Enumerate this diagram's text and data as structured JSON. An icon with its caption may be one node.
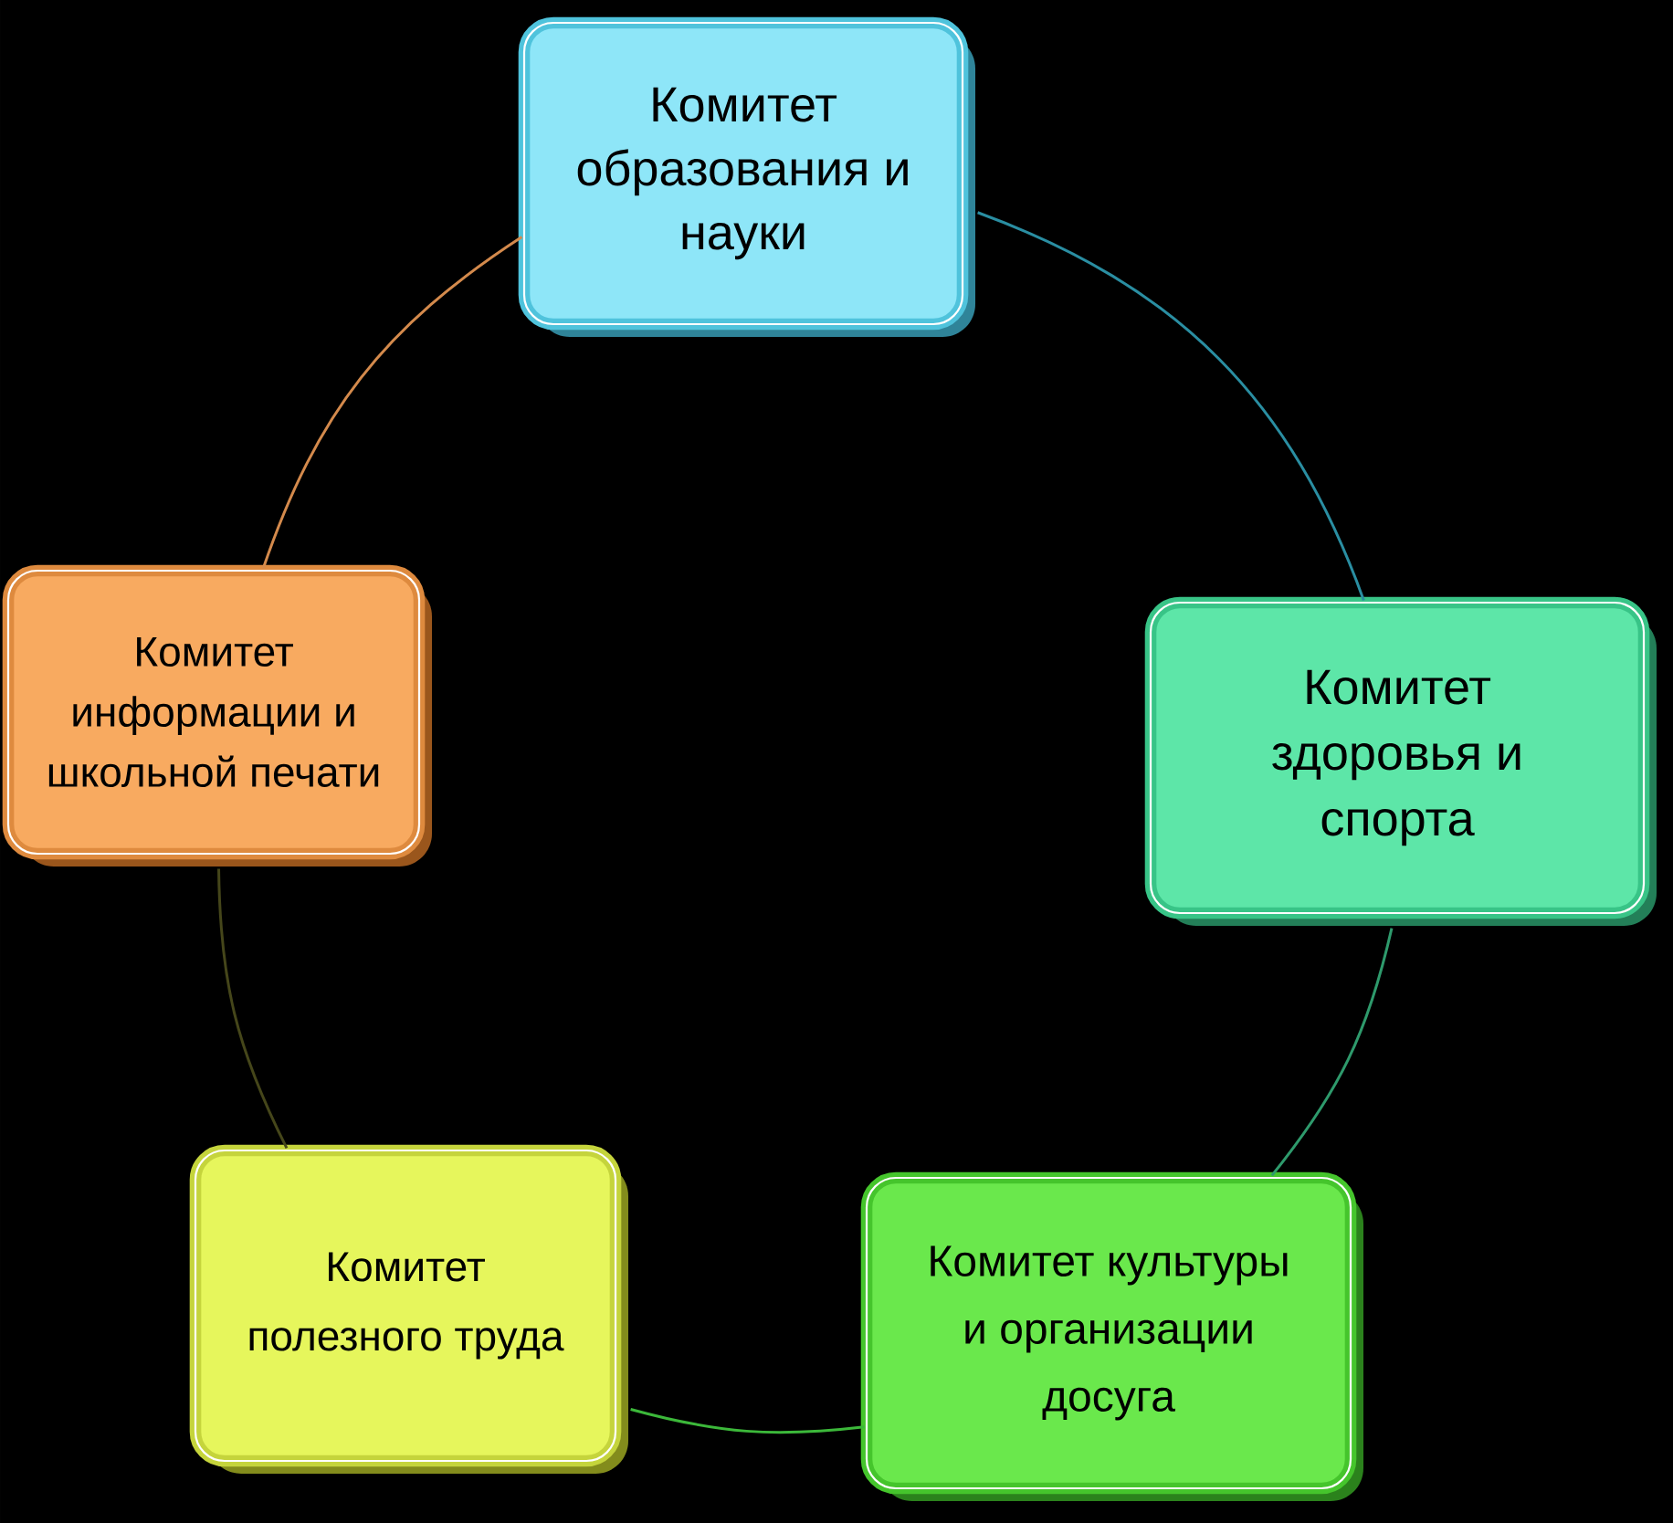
{
  "diagram": {
    "nodes": [
      {
        "text": [
          "Комитет образования и науки"
        ]
      },
      {
        "text": [
          "Комитет здоровья и спорта"
        ]
      },
      {
        "text": [
          "Комитет культуры и организации досуга"
        ]
      },
      {
        "text": [
          "Комитет полезного труда"
        ]
      },
      {
        "text": [
          "Комитет информации и школьной печати"
        ]
      }
    ],
    "edges": [
      {
        "from": 0,
        "to": 1,
        "arrow": "none",
        "color": "#2a8ea2"
      },
      {
        "from": 1,
        "to": 2,
        "arrow": "none",
        "color": "#2e9a6c"
      },
      {
        "from": 2,
        "to": 3,
        "arrow": "none",
        "color": "#3cb83a"
      },
      {
        "from": 3,
        "to": 4,
        "arrow": "none",
        "color": "#45461a"
      },
      {
        "from": 4,
        "to": 0,
        "arrow": "none",
        "color": "#d48a4c"
      }
    ]
  }
}
